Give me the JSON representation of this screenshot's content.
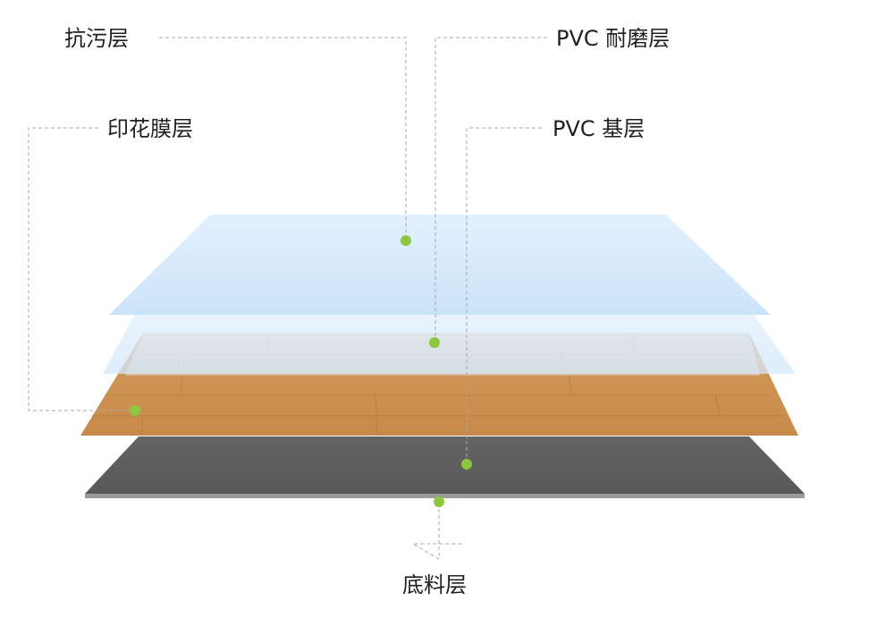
{
  "labels": {
    "anti_stain": "抗污层",
    "wear_layer": "PVC 耐磨层",
    "print_film": "印花膜层",
    "base_layer": "PVC 基层",
    "bottom_layer": "底料层"
  },
  "colors": {
    "marker": "#8dc63f",
    "leader": "#a8a8a8",
    "anti_stain_layer": "#d2e8fb",
    "wear_layer": "#dcecfb",
    "print_film_light": "#d8b48c",
    "print_film_dark": "#c58a4e",
    "base_layer": "#5f5f5f",
    "bottom_edge": "#9a9a9a"
  }
}
